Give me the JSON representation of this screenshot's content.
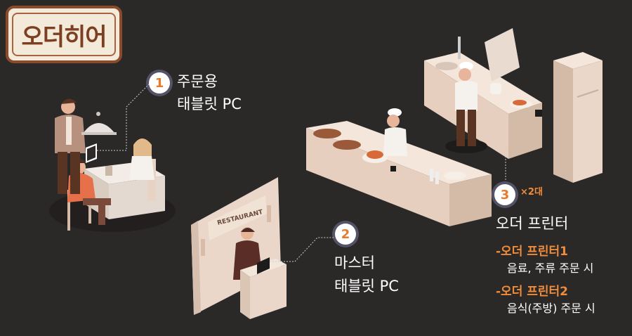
{
  "logo": {
    "text": "오더히어"
  },
  "items": [
    {
      "number": "1",
      "line1": "주문용",
      "line2": "태블릿 PC"
    },
    {
      "number": "2",
      "line1": "마스터",
      "line2": "태블릿 PC"
    },
    {
      "number": "3",
      "count": "×2대",
      "line1": "오더 프린터"
    }
  ],
  "printers": [
    {
      "title": "-오더 프린터1",
      "desc": "음료, 주류 주문 시"
    },
    {
      "title": "-오더 프린터2",
      "desc": "음식(주방) 주문 시"
    }
  ],
  "scene": {
    "sign_text": "RESTAURANT"
  },
  "colors": {
    "background": "#2b2828",
    "accent": "#f08c3a",
    "furniture": "#e8d3c4",
    "logo_brown": "#7d3f22"
  }
}
